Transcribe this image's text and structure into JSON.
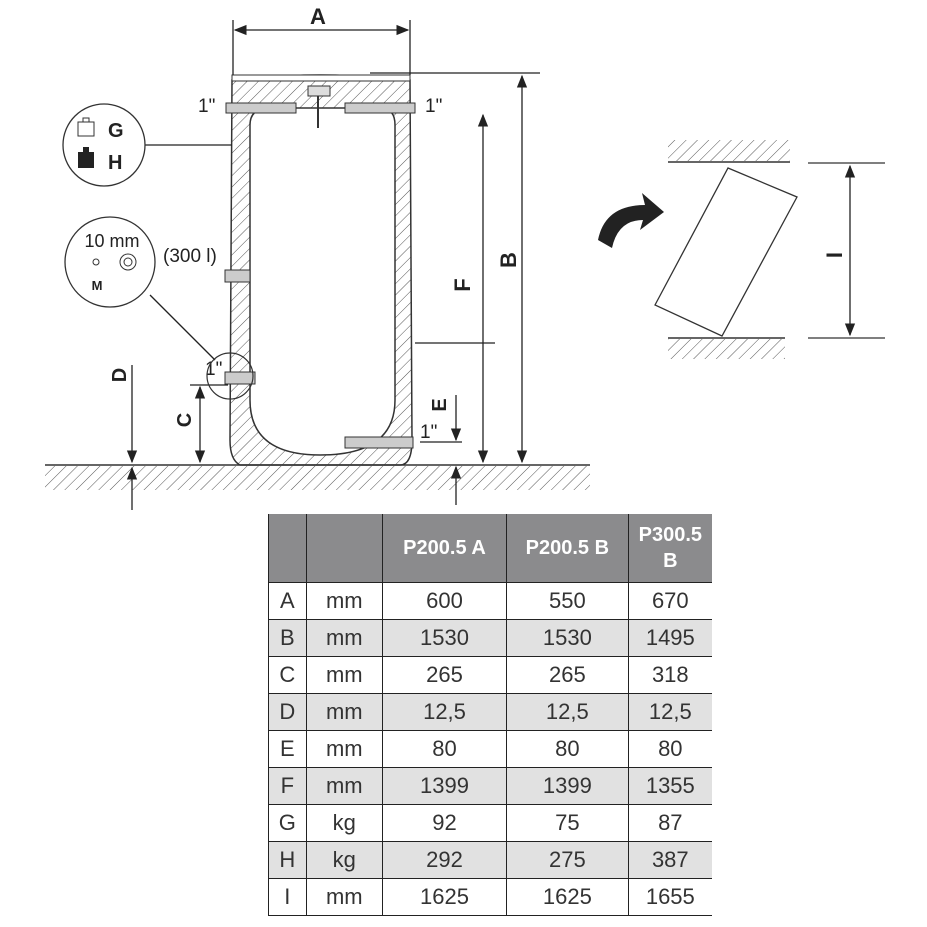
{
  "diagram": {
    "dim_labels": {
      "A": "A",
      "B": "B",
      "C": "C",
      "D": "D",
      "E": "E",
      "F": "F",
      "I": "I"
    },
    "thread_label": "1\"",
    "weight_empty": "G",
    "weight_full": "H",
    "clearance": "10 mm",
    "clearance_symbol": "M",
    "variant_note": "(300 l)"
  },
  "table": {
    "headers": [
      "",
      "",
      "P200.5 A",
      "P200.5 B",
      "P300.5 B"
    ],
    "rows": [
      [
        "A",
        "mm",
        "600",
        "550",
        "670"
      ],
      [
        "B",
        "mm",
        "1530",
        "1530",
        "1495"
      ],
      [
        "C",
        "mm",
        "265",
        "265",
        "318"
      ],
      [
        "D",
        "mm",
        "12,5",
        "12,5",
        "12,5"
      ],
      [
        "E",
        "mm",
        "80",
        "80",
        "80"
      ],
      [
        "F",
        "mm",
        "1399",
        "1399",
        "1355"
      ],
      [
        "G",
        "kg",
        "92",
        "75",
        "87"
      ],
      [
        "H",
        "kg",
        "292",
        "275",
        "387"
      ],
      [
        "I",
        "mm",
        "1625",
        "1625",
        "1655"
      ]
    ]
  }
}
